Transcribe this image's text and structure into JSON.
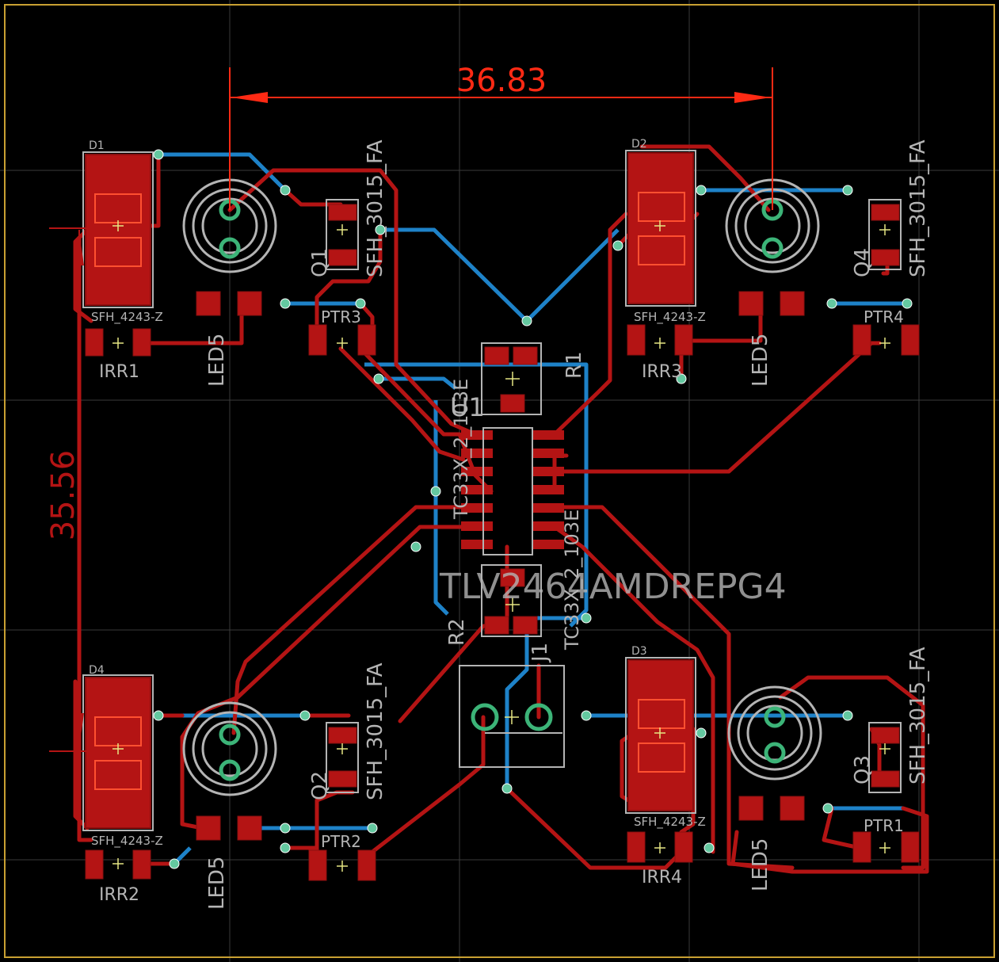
{
  "colors": {
    "background": "#000000",
    "grid": "#3a3a3a",
    "outline": "#c8a032",
    "top_copper": "#b41414",
    "bottom_copper": "#1e82c8",
    "pad": "#b41414",
    "pad_dark": "#8c0f0f",
    "via": "#64c8a0",
    "silkscreen": "#b4b4b4",
    "dimension": "#ff2a14"
  },
  "dimensions": {
    "horizontal": "36.83",
    "vertical": "35.56"
  },
  "labels": {
    "d1": "D1",
    "d2": "D2",
    "d3": "D3",
    "d4": "D4",
    "sfh4243_1": "SFH_4243-Z",
    "sfh4243_2": "SFH_4243-Z",
    "sfh4243_3": "SFH_4243-Z",
    "sfh4243_4": "SFH_4243-Z",
    "irr1": "IRR1",
    "irr2": "IRR2",
    "irr3": "IRR3",
    "irr4": "IRR4",
    "ptr1": "PTR1",
    "ptr2": "PTR2",
    "ptr3": "PTR3",
    "ptr4": "PTR4",
    "q1": "Q1",
    "q2": "Q2",
    "q3": "Q3",
    "q4": "Q4",
    "sfh3015_1": "SFH_3015_FA",
    "sfh3015_2": "SFH_3015_FA",
    "sfh3015_3": "SFH_3015_FA",
    "sfh3015_4": "SFH_3015_FA",
    "led1": "LED5",
    "led2": "LED5",
    "led3": "LED5",
    "led4": "LED5",
    "u1": "U1",
    "ic_main": "TLV2464AMDREPG4",
    "ic_left": "TC33X_2_103E",
    "ic_right": "TC33X_2_103E",
    "r1": "R1",
    "r2": "R2",
    "j1": "J1"
  }
}
